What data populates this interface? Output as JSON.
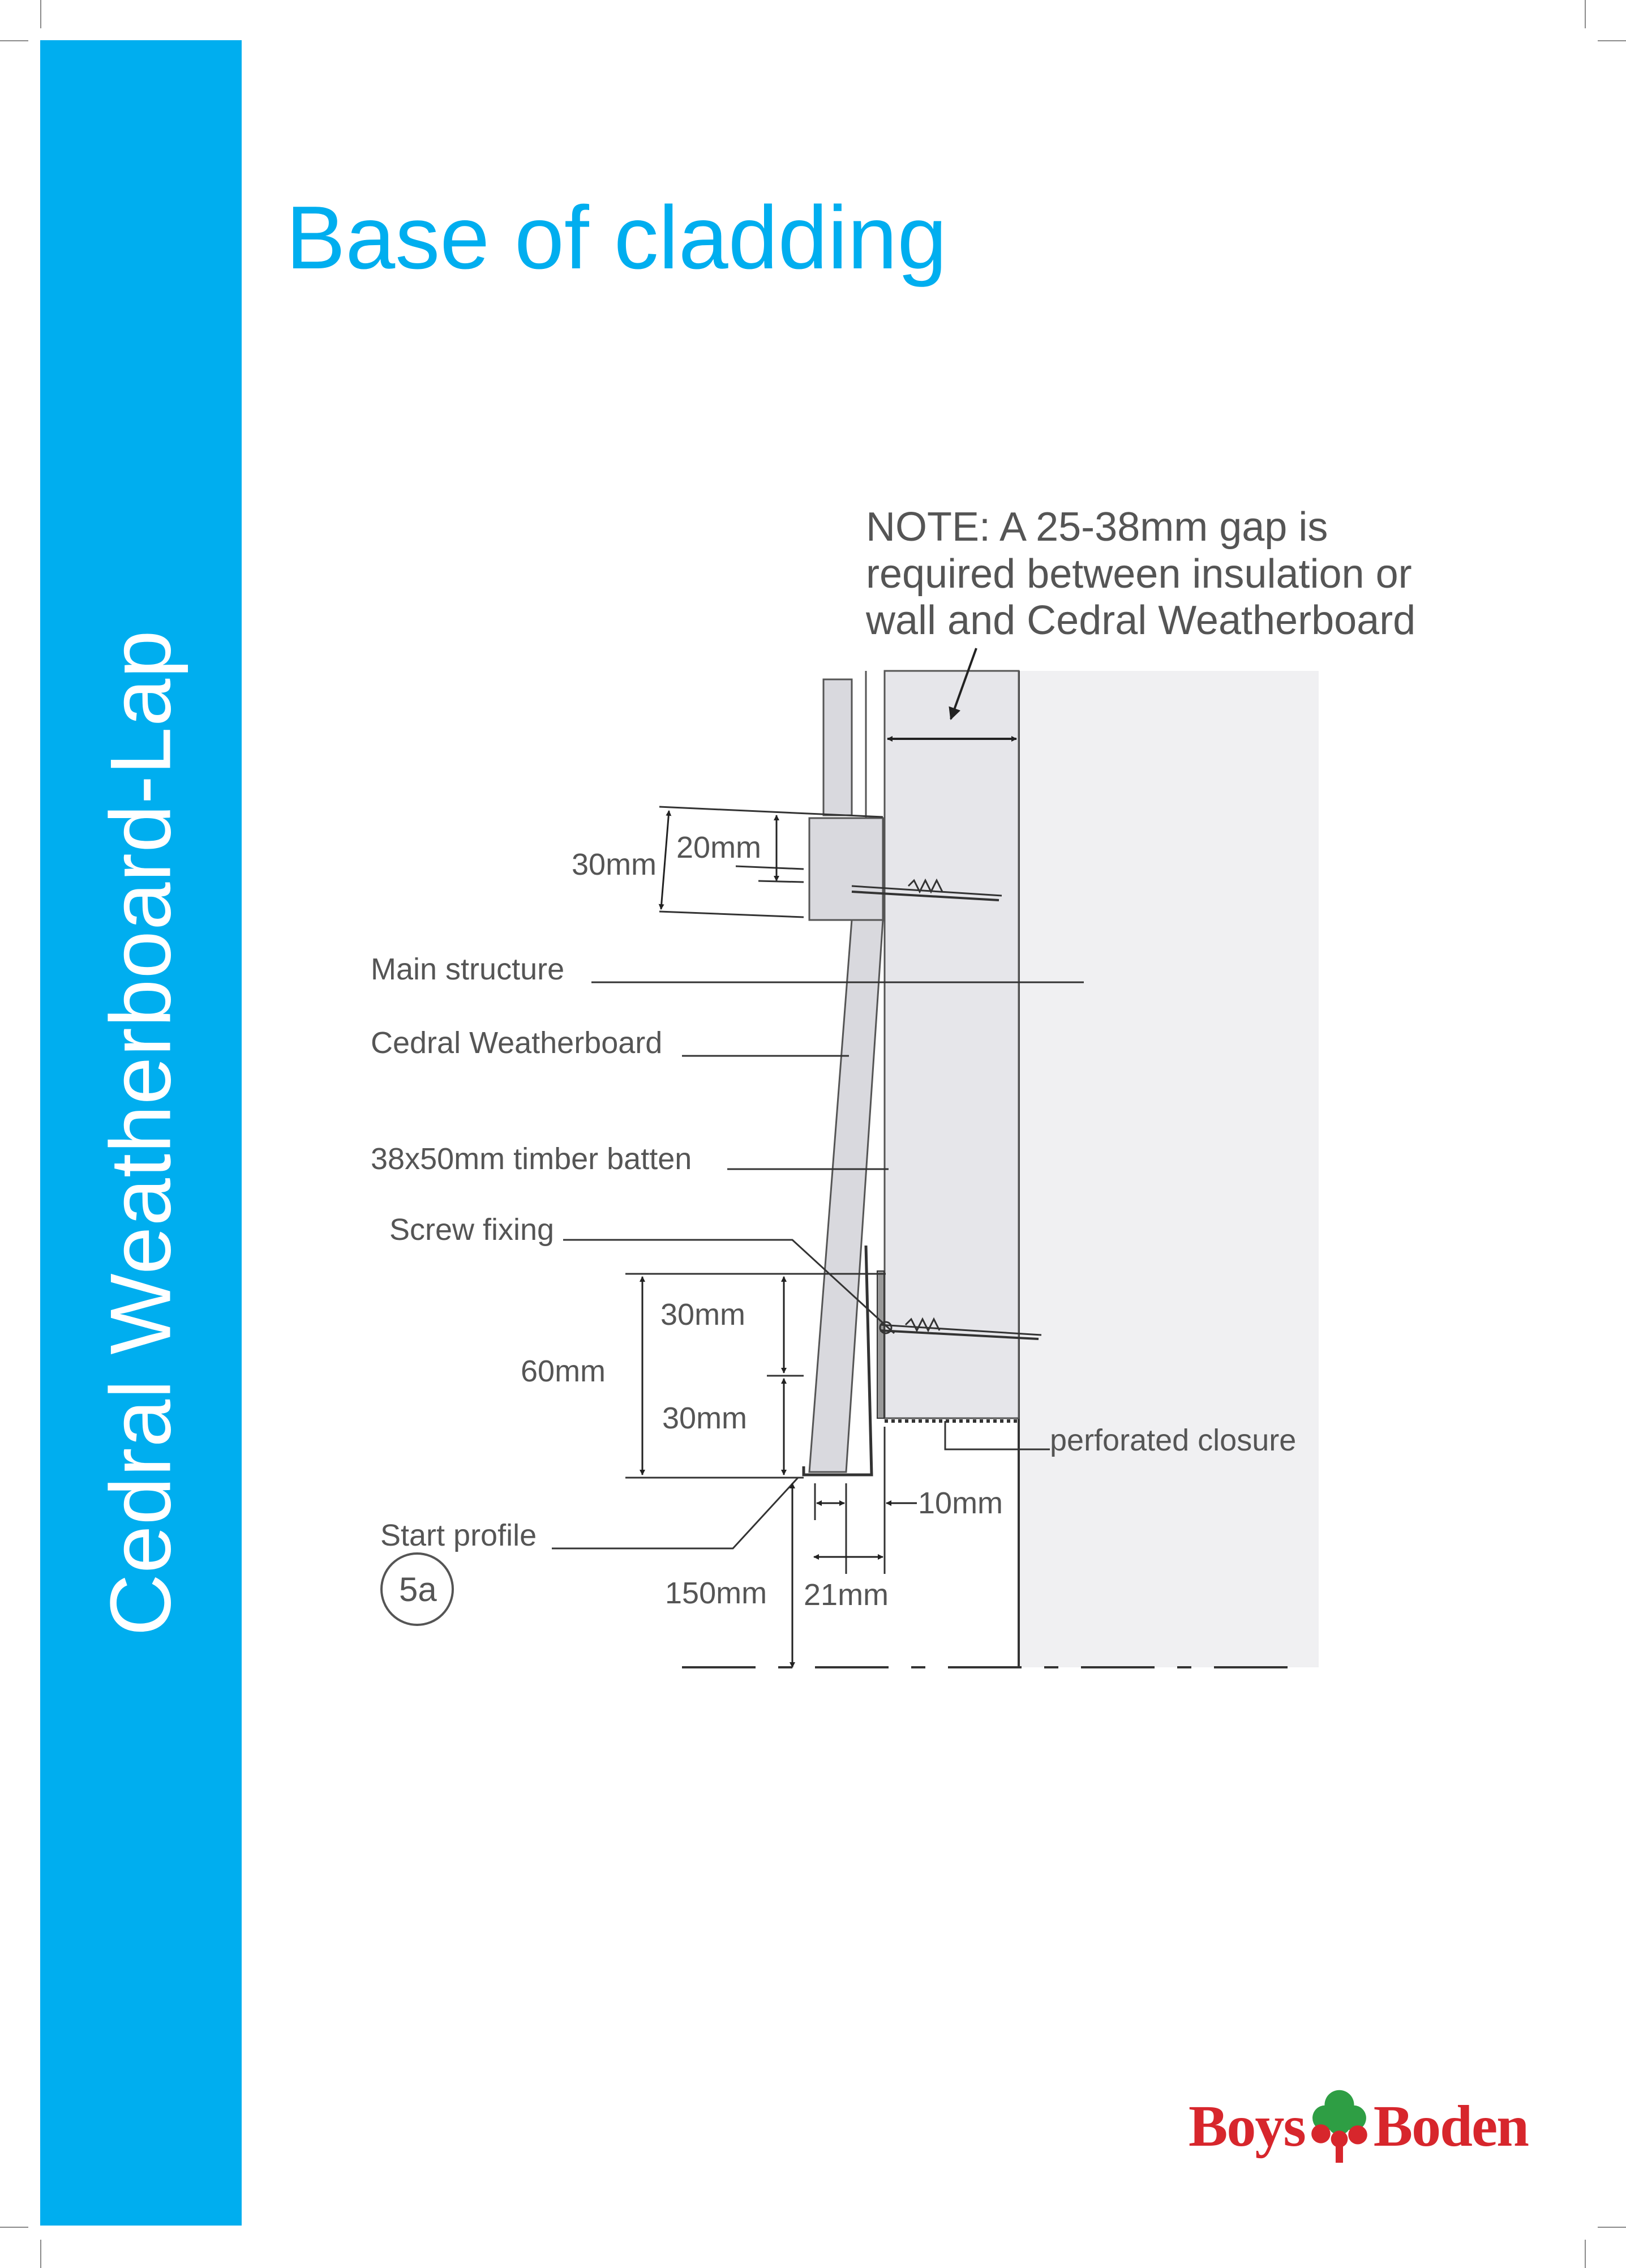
{
  "sidebar": {
    "title": "Cedral Weatherboard-Lap"
  },
  "page": {
    "title": "Base of cladding"
  },
  "note": {
    "line1": "NOTE: A 25-38mm gap is",
    "line2": "required between insulation or",
    "line3": "wall and Cedral Weatherboard"
  },
  "labels": {
    "main_structure": "Main structure",
    "cedral_weatherboard": "Cedral Weatherboard",
    "timber_batten": "38x50mm timber batten",
    "screw_fixing": "Screw fixing",
    "perforated_closure": "perforated closure",
    "start_profile": "Start profile",
    "detail_ref": "5a"
  },
  "dimensions": {
    "top_overlap_30": "30mm",
    "top_overlap_20": "20mm",
    "lower_30_upper": "30mm",
    "lower_60": "60mm",
    "lower_30_lower": "30mm",
    "gap_10": "10mm",
    "height_150": "150mm",
    "depth_21": "21mm"
  },
  "logo": {
    "word_left": "Boys",
    "word_right": "Boden"
  },
  "colors": {
    "accent": "#00aeef",
    "logo_red": "#d7262c",
    "logo_green": "#2e9e44"
  }
}
